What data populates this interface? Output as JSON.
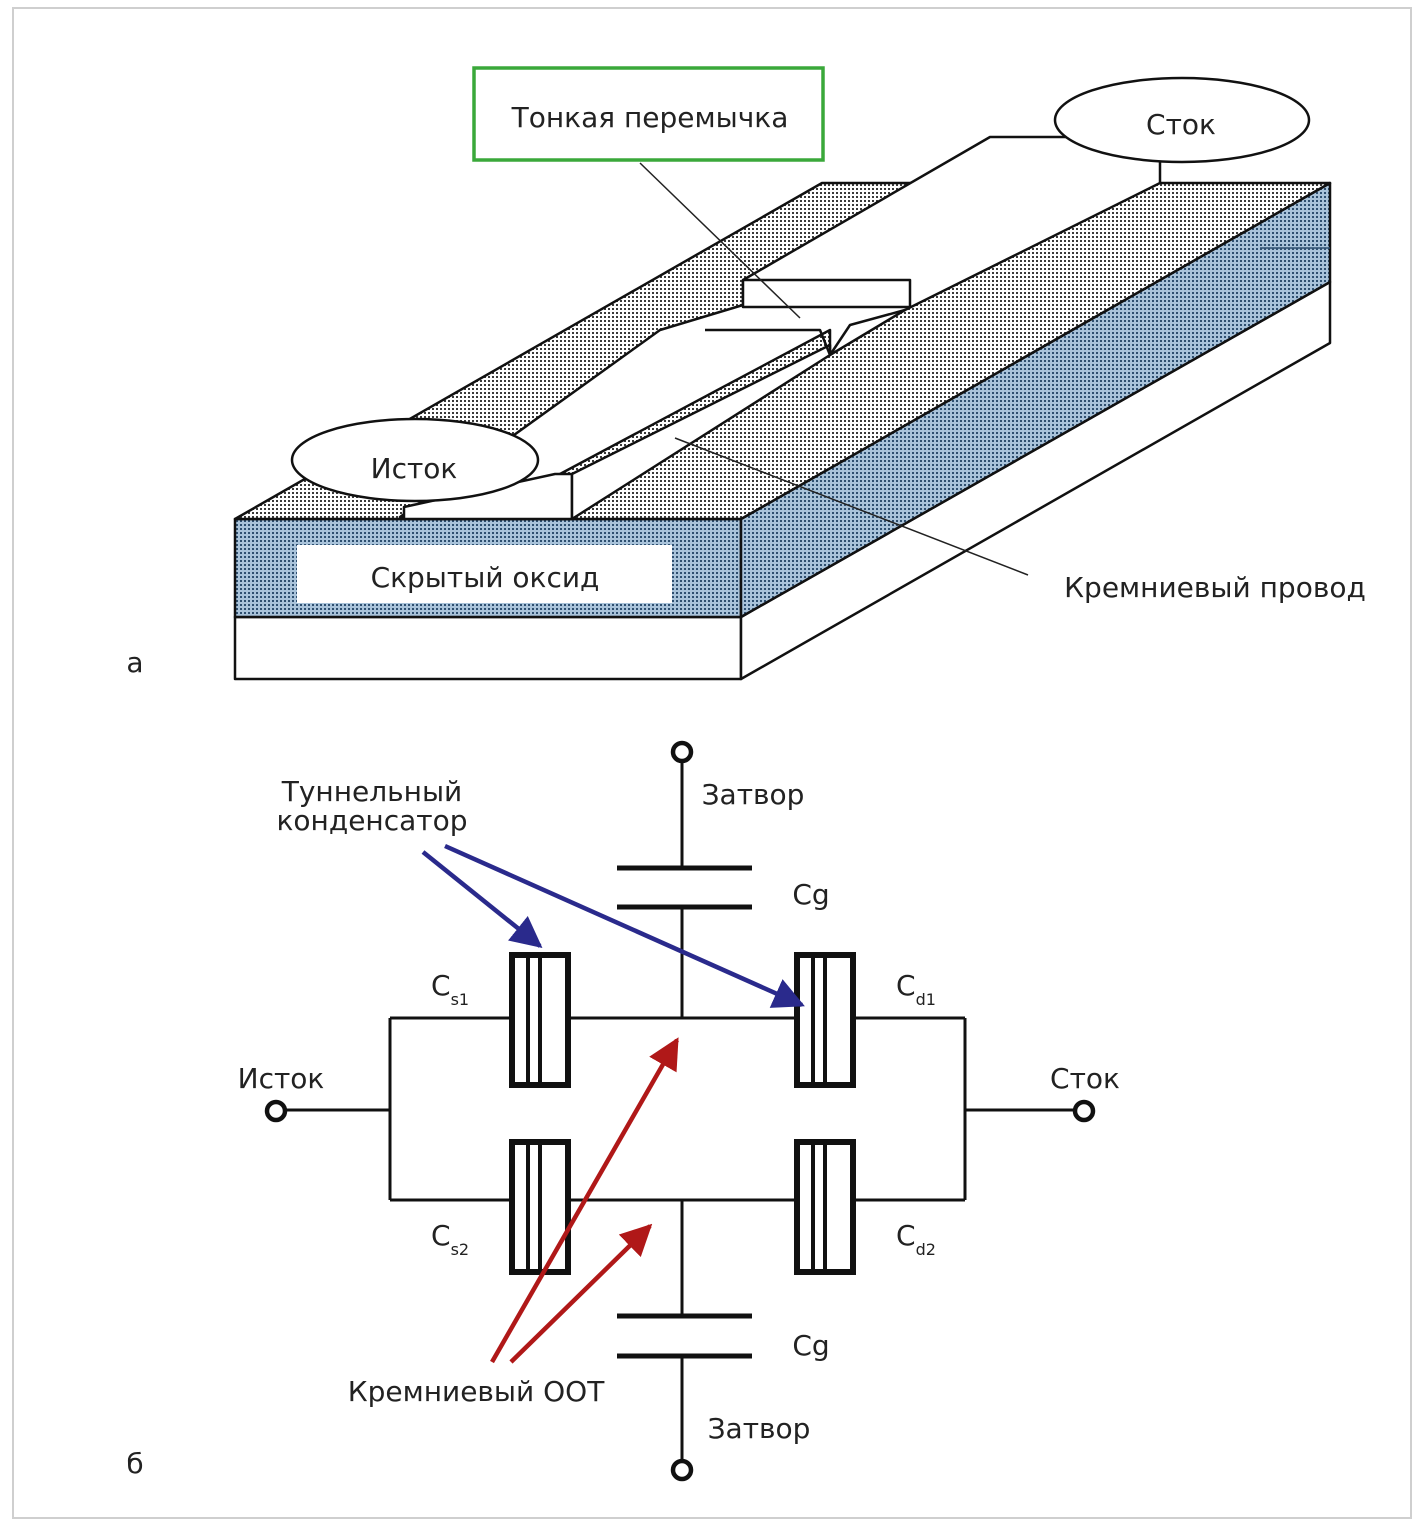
{
  "figure_a": {
    "panel_label": "а",
    "thin_bridge_label": "Тонкая перемычка",
    "drain_label": "Сток",
    "source_label": "Исток",
    "buried_oxide_label": "Скрытый оксид",
    "silicon_wire_label": "Кремниевый провод",
    "callout_border_color": "#3aa83a"
  },
  "figure_b": {
    "panel_label": "б",
    "gate_top_label": "Затвор",
    "gate_bottom_label": "Затвор",
    "cg_top_label": "Cg",
    "cg_bottom_label": "Cg",
    "tunnel_capacitor_label_line1": "Туннельный",
    "tunnel_capacitor_label_line2": "конденсатор",
    "source_label": "Исток",
    "drain_label": "Сток",
    "cs1": {
      "base": "C",
      "sub": "s1"
    },
    "cs2": {
      "base": "C",
      "sub": "s2"
    },
    "cd1": {
      "base": "C",
      "sub": "d1"
    },
    "cd2": {
      "base": "C",
      "sub": "d2"
    },
    "silicon_qd_label": "Кремниевый ООТ",
    "tunnel_arrow_color": "#2a2a8c",
    "qd_arrow_color": "#b01818"
  }
}
